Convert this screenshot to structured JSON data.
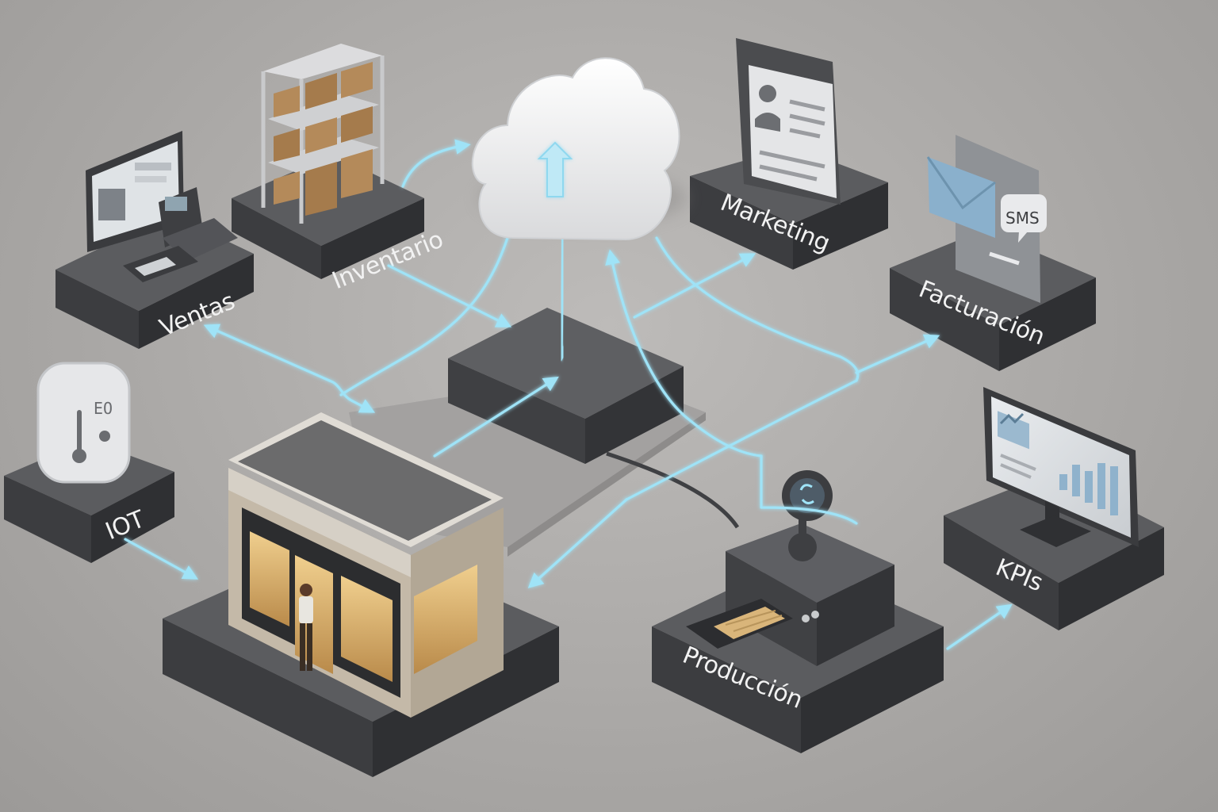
{
  "nodes": {
    "ventas": "Ventas",
    "inventario": "Inventario",
    "marketing": "Marketing",
    "facturacion": "Facturación",
    "iot": "IOT",
    "kpis": "KPIs",
    "produccion": "Producción"
  },
  "devices": {
    "sms_bubble": "SMS"
  },
  "icons": {
    "cloud": "cloud-upload-icon",
    "hub": "central-hub",
    "store": "storefront",
    "ventas": "pos-terminal",
    "inventario": "storage-shelf",
    "marketing": "profile-card",
    "facturacion": "email-sms",
    "iot": "thermostat-sensor",
    "kpis": "dashboard-monitor",
    "produccion": "3d-printer"
  },
  "colors": {
    "flow": "#9fe3f7",
    "platform": "#4a4b4e",
    "background": "#b1afad"
  }
}
